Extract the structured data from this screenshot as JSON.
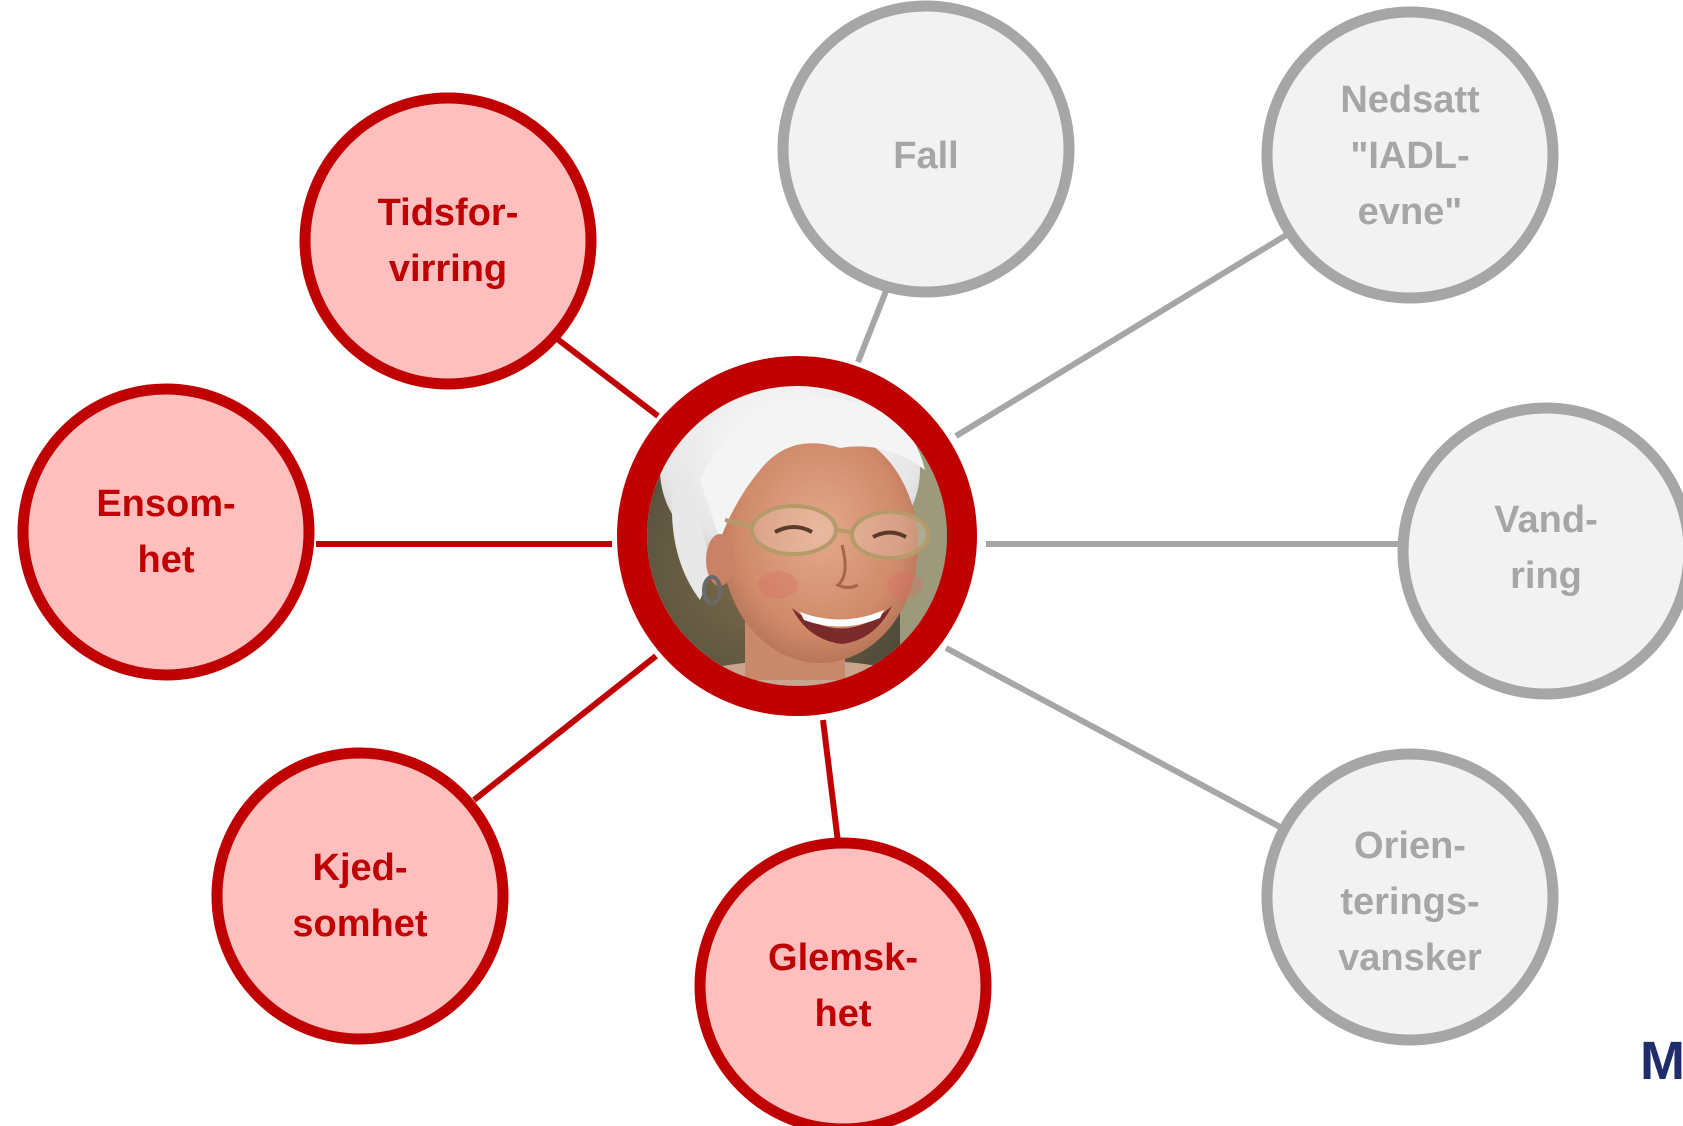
{
  "colors": {
    "red_stroke": "#c00000",
    "red_fill": "#ffbfbf",
    "grey_stroke": "#a6a6a6",
    "grey_fill": "#f2f2f2",
    "logo": "#1f2d6b"
  },
  "center": {
    "image": "portrait-photo-of-smiling-elderly-woman"
  },
  "nodes": {
    "tidsforvirring": {
      "lines": [
        "Tidsfor-",
        "virring"
      ],
      "status": "active"
    },
    "ensomhet": {
      "lines": [
        "Ensom-",
        "het"
      ],
      "status": "active"
    },
    "kjedsomhet": {
      "lines": [
        "Kjed-",
        "somhet"
      ],
      "status": "active"
    },
    "glemskhet": {
      "lines": [
        "Glemsk-",
        "het"
      ],
      "status": "active"
    },
    "fall": {
      "lines": [
        "Fall"
      ],
      "status": "inactive"
    },
    "nedsatt": {
      "lines": [
        "Nedsatt",
        "\"IADL-",
        "evne\""
      ],
      "status": "inactive"
    },
    "vandring": {
      "lines": [
        "Vand-",
        "ring"
      ],
      "status": "inactive"
    },
    "orientering": {
      "lines": [
        "Orien-",
        "terings-",
        "vansker"
      ],
      "status": "inactive"
    }
  },
  "logo": {
    "text": "M"
  }
}
